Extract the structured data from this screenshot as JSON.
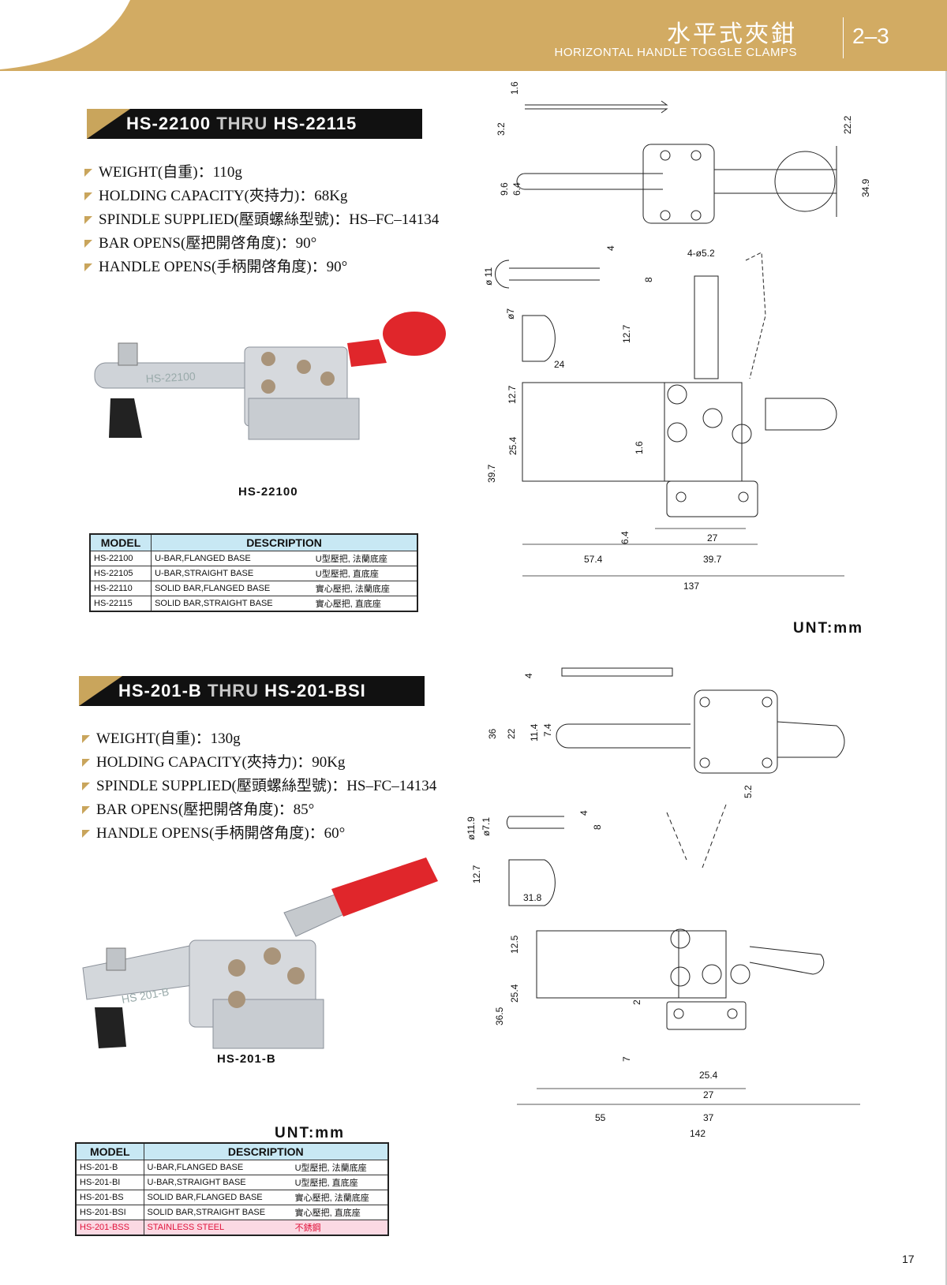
{
  "header": {
    "title_cn": "水平式夾鉗",
    "title_en": "HORIZONTAL HANDLE TOGGLE CLAMPS",
    "section": "2–3"
  },
  "sections": [
    {
      "banner": {
        "from": "HS-22100",
        "thru": "THRU",
        "to": "HS-22115"
      },
      "specs": [
        "WEIGHT(自重)：110g",
        "HOLDING CAPACITY(夾持力)：68Kg",
        "SPINDLE SUPPLIED(壓頭螺絲型號)：HS–FC–14134",
        "BAR OPENS(壓把開啓角度)：90°",
        "HANDLE OPENS(手柄開啓角度)：90°"
      ],
      "photo_caption": "HS-22100",
      "photo_label": "HS-22100",
      "table": {
        "headers": [
          "MODEL",
          "DESCRIPTION"
        ],
        "rows": [
          [
            "HS-22100",
            "U-BAR,FLANGED BASE",
            "U型壓把, 法蘭底座"
          ],
          [
            "HS-22105",
            "U-BAR,STRAIGHT BASE",
            "U型壓把, 直底座"
          ],
          [
            "HS-22110",
            "SOLID BAR,FLANGED BASE",
            "實心壓把, 法蘭底座"
          ],
          [
            "HS-22115",
            "SOLID BAR,STRAIGHT BASE",
            "實心壓把, 直底座"
          ]
        ]
      },
      "unit": "UNT:mm",
      "dims": [
        "1.6",
        "3.2",
        "22.2",
        "34.9",
        "9.6",
        "6.4",
        "4-ø5.2",
        "4",
        "8",
        "ø 11",
        "ø7",
        "12.7",
        "24",
        "12.7",
        "25.4",
        "39.7",
        "1.6",
        "6.4",
        "27",
        "57.4",
        "39.7",
        "137"
      ]
    },
    {
      "banner": {
        "from": "HS-201-B",
        "thru": "THRU",
        "to": "HS-201-BSI"
      },
      "specs": [
        "WEIGHT(自重)：130g",
        "HOLDING CAPACITY(夾持力)：90Kg",
        "SPINDLE SUPPLIED(壓頭螺絲型號)：HS–FC–14134",
        "BAR OPENS(壓把開啓角度)：85°",
        "HANDLE OPENS(手柄開啓角度)：60°"
      ],
      "photo_caption": "HS-201-B",
      "photo_label": "HS 201-B",
      "table": {
        "headers": [
          "MODEL",
          "DESCRIPTION"
        ],
        "rows": [
          [
            "HS-201-B",
            "U-BAR,FLANGED BASE",
            "U型壓把, 法蘭底座"
          ],
          [
            "HS-201-BI",
            "U-BAR,STRAIGHT BASE",
            "U型壓把, 直底座"
          ],
          [
            "HS-201-BS",
            "SOLID BAR,FLANGED BASE",
            "實心壓把, 法蘭底座"
          ],
          [
            "HS-201-BSI",
            "SOLID BAR,STRAIGHT BASE",
            "實心壓把, 直底座"
          ],
          [
            "HS-201-BSS",
            "STAINLESS STEEL",
            "不銹鋼"
          ]
        ]
      },
      "unit": "UNT:mm",
      "dims": [
        "4",
        "36",
        "22",
        "11.4",
        "7.4",
        "5.2",
        "ø11.9",
        "ø7.1",
        "4",
        "8",
        "12.7",
        "31.8",
        "12.5",
        "25.4",
        "36.5",
        "2",
        "7",
        "25.4",
        "27",
        "55",
        "37",
        "142"
      ]
    }
  ],
  "page_number": "17",
  "colors": {
    "gold": "#d2ab63",
    "handle_red": "#e0262b",
    "table_head": "#c8e8f4",
    "highlight": "#fbd9e3"
  }
}
